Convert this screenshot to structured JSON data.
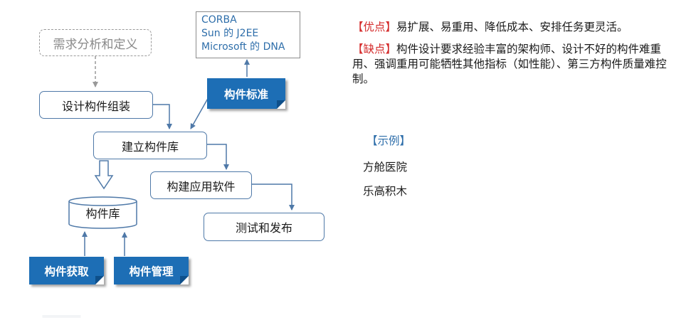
{
  "diagram": {
    "requirements_box": "需求分析和定义",
    "design_components_box": "设计构件组装",
    "build_library_box": "建立构件库",
    "build_app_box": "构建应用软件",
    "test_release_box": "测试和发布",
    "component_library": "构件库",
    "standards_box": [
      "CORBA",
      "Sun 的 J2EE",
      "Microsoft 的 DNA"
    ],
    "tag_standards": "构件标准",
    "tag_acquire": "构件获取",
    "tag_manage": "构件管理"
  },
  "notes": {
    "merits_label": "【优点】",
    "merits_text": "易扩展、易重用、降低成本、安排任务更灵活。",
    "demerits_label": "【缺点】",
    "demerits_text": "构件设计要求经验丰富的架构师、设计不好的构件难重用、强调重用可能牺牲其他指标（如性能）、第三方构件质量难控制。",
    "example_title": "【示例】",
    "examples": [
      "方舱医院",
      "乐高积木"
    ]
  },
  "colors": {
    "box_border": "#4f79a8",
    "tag_fill": "#1d6eb5",
    "highlight_red": "#d42b2b",
    "blue_text": "#2e6eaa"
  }
}
